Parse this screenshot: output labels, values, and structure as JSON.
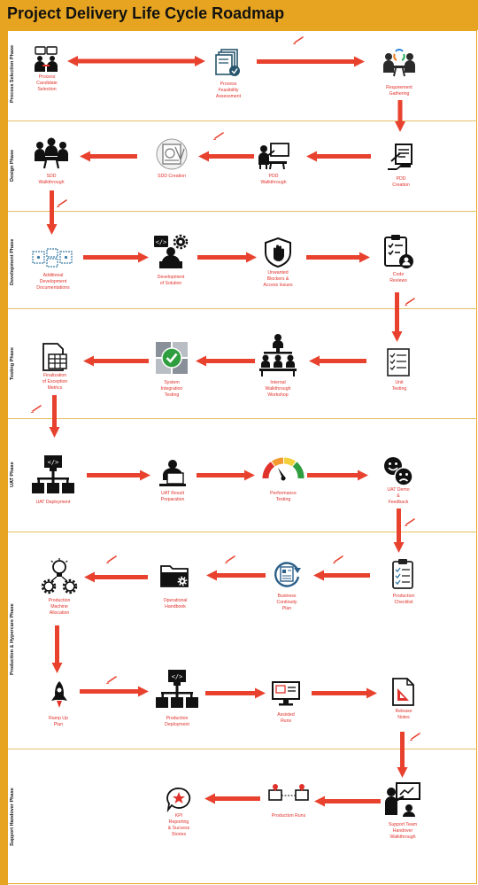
{
  "title": "Project Delivery Life Cycle Roadmap",
  "colors": {
    "accent": "#E6A421",
    "arrow": "#E8422F",
    "label": "#E0322B",
    "icon": "#111111"
  },
  "phases": [
    {
      "label": "Process Selection Phase"
    },
    {
      "label": "Design Phase"
    },
    {
      "label": "Development Phase"
    },
    {
      "label": "Testing Phase"
    },
    {
      "label": "UAT Phase"
    },
    {
      "label": "Production & Hypercare Phase"
    },
    {
      "label": "Support Handover Phase"
    }
  ],
  "nodes": [
    {
      "label": "Process\nCandidate\nSelection",
      "icon": "people-discussion-icon"
    },
    {
      "label": "Process\nFeasibility\nAssessment",
      "icon": "document-check-icon"
    },
    {
      "label": "Requirement\nGathering",
      "icon": "team-meeting-icon"
    },
    {
      "label": "PDD\nCreation",
      "icon": "signing-document-icon"
    },
    {
      "label": "PDD\nWalkthrough",
      "icon": "presentation-icon"
    },
    {
      "label": "SDD Creation",
      "icon": "blueprint-icon"
    },
    {
      "label": "SDD\nWalkthrough",
      "icon": "group-table-icon"
    },
    {
      "label": "Additional\nDevelopment\nDocumentations",
      "icon": "flow-blocks-icon"
    },
    {
      "label": "Development\nof Solution",
      "icon": "developer-gear-icon"
    },
    {
      "label": "Unwanted\nBlockers &\nAccess Issues",
      "icon": "stop-hand-icon"
    },
    {
      "label": "Code\nReviews",
      "icon": "clipboard-user-icon"
    },
    {
      "label": "Unit\nTesting",
      "icon": "checklist-icon"
    },
    {
      "label": "Internal\nWalkthrough\nWorkshop",
      "icon": "hierarchy-people-icon"
    },
    {
      "label": "System\nIntegration\nTesting",
      "icon": "puzzle-check-icon"
    },
    {
      "label": "Finalization\nof Exception\nMetrics",
      "icon": "spreadsheet-icon"
    },
    {
      "label": "UAT Deployment",
      "icon": "deployment-network-icon"
    },
    {
      "label": "UAT Result\nPreparation",
      "icon": "person-laptop-icon"
    },
    {
      "label": "Performance\nTesting",
      "icon": "gauge-icon"
    },
    {
      "label": "UAT Demo\n&\nFeedback",
      "icon": "happy-sad-faces-icon"
    },
    {
      "label": "Production\nChecklist",
      "icon": "clipboard-checklist-icon"
    },
    {
      "label": "Business\nContinuity\nPlan",
      "icon": "cycle-document-icon"
    },
    {
      "label": "Operational\nHandbook",
      "icon": "folder-gear-icon"
    },
    {
      "label": "Production\nMachine\nAllocation",
      "icon": "bulb-gears-icon"
    },
    {
      "label": "Ramp Up\nPlan",
      "icon": "rocket-icon"
    },
    {
      "label": "Production\nDeployment",
      "icon": "deployment-network-icon"
    },
    {
      "label": "Assisted\nRuns",
      "icon": "monitor-icon"
    },
    {
      "label": "Release\nNotes",
      "icon": "document-ruler-icon"
    },
    {
      "label": "Support Team\nHandover\nWalkthrough",
      "icon": "teacher-board-icon"
    },
    {
      "label": "Production Runs",
      "icon": "truck-route-icon"
    },
    {
      "label": "KPI\nReporting\n& Success\nStories",
      "icon": "kpi-bubble-icon"
    }
  ]
}
